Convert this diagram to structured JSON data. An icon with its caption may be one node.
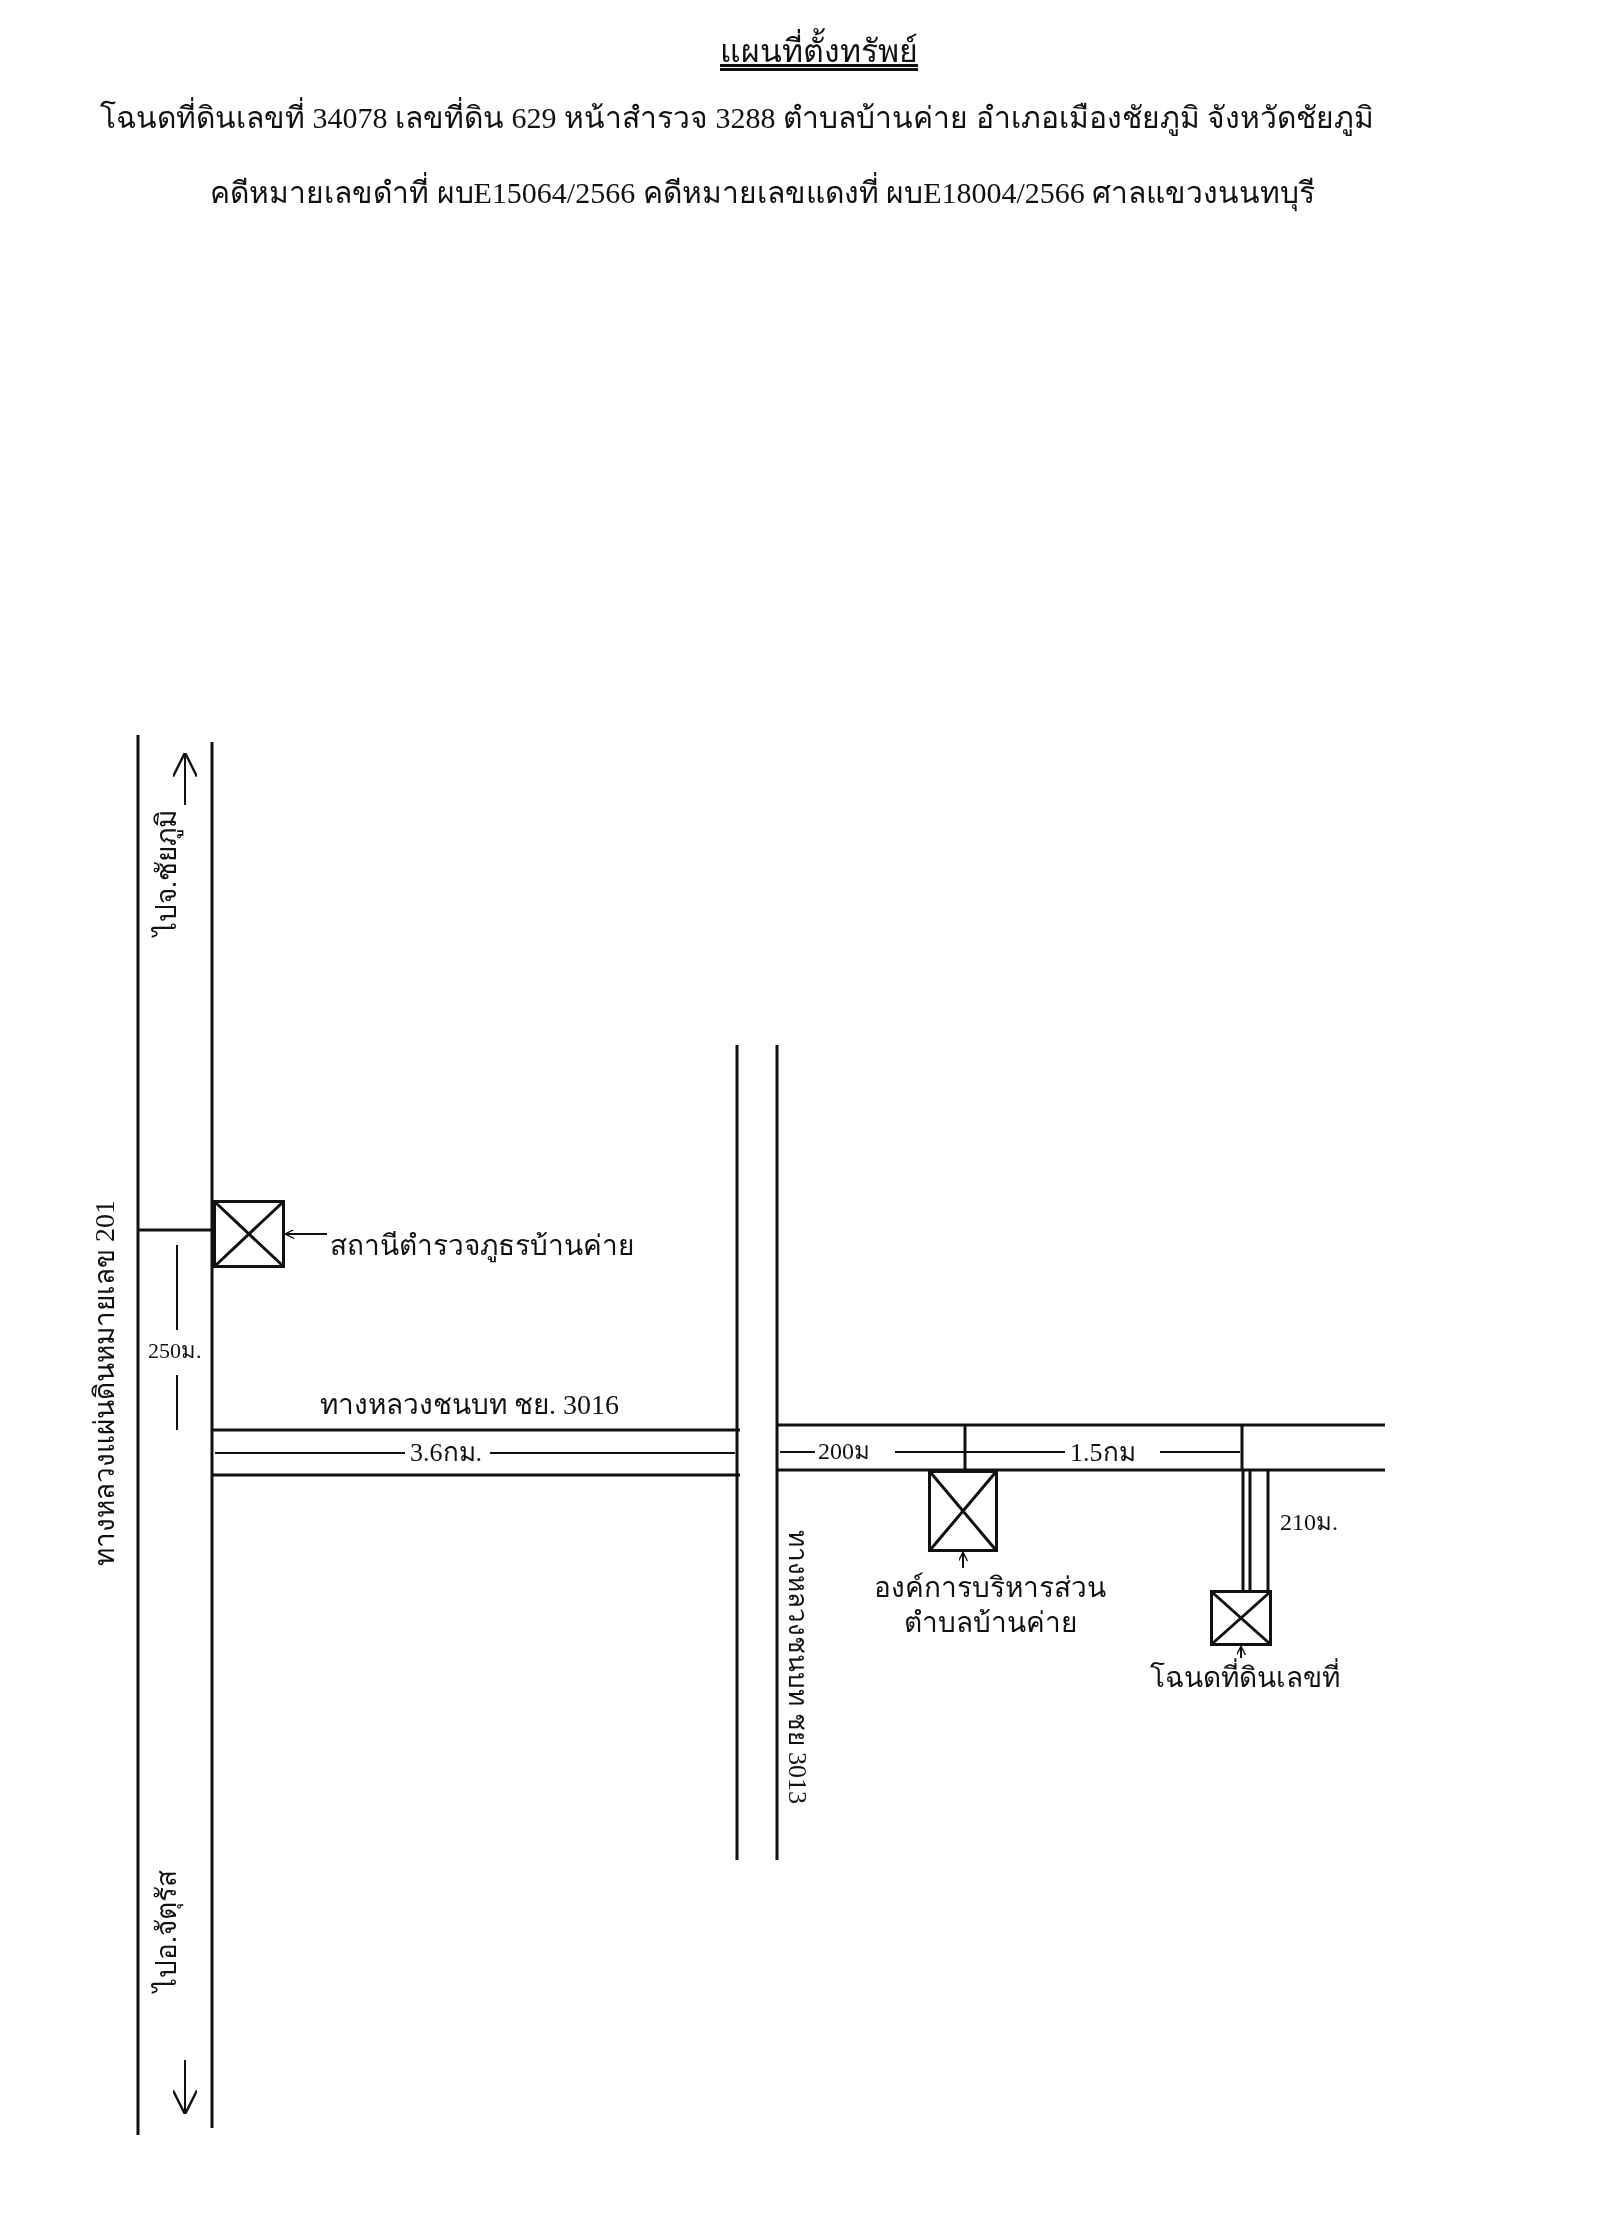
{
  "diagram": {
    "title": "แผนที่ตั้งทรัพย์",
    "nodes": [
      {
        "text": [
          "สถานีตำรวจภูธรบ้านค่าย"
        ]
      },
      {
        "text": [],
        "shape": "box"
      },
      {
        "text": [
          "องค์การบริหารส่วนตำบลบ้านค่าย"
        ]
      },
      {
        "text": [],
        "shape": "box"
      },
      {
        "text": [
          "โฉนดที่ดินเลขที่"
        ]
      },
      {
        "text": [],
        "shape": "box"
      }
    ],
    "edges": [
      {
        "from": 0,
        "to": 1,
        "arrow": "to"
      },
      {
        "from": 2,
        "to": 3,
        "arrow": "to"
      },
      {
        "from": 4,
        "to": 5,
        "arrow": "to"
      }
    ],
    "labels": [
      "โฉนดที่ดินเลขที่ 34078 เลขที่ดิน 629 หน้าสำรวจ 3288 ตำบลบ้านค่าย อำเภอเมืองชัยภูมิ จังหวัดชัยภูมิ",
      "คดีหมายเลขดำที่ ผบE15064/2566 คดีหมายเลขแดงที่ ผบE18004/2566 ศาลแขวงนนทบุรี",
      "ไปจ.ชัยภูมิ",
      "ทางหลวงแผ่นดินหมายเลข 201",
      "250ม.",
      "ทางหลวงชนบท ชย. 3016",
      "3.6กม.",
      "200ม",
      "1.5กม",
      "210ม.",
      "ทางหลวงชนบท ชย 3013",
      "ไปอ.จัตุรัส"
    ]
  }
}
